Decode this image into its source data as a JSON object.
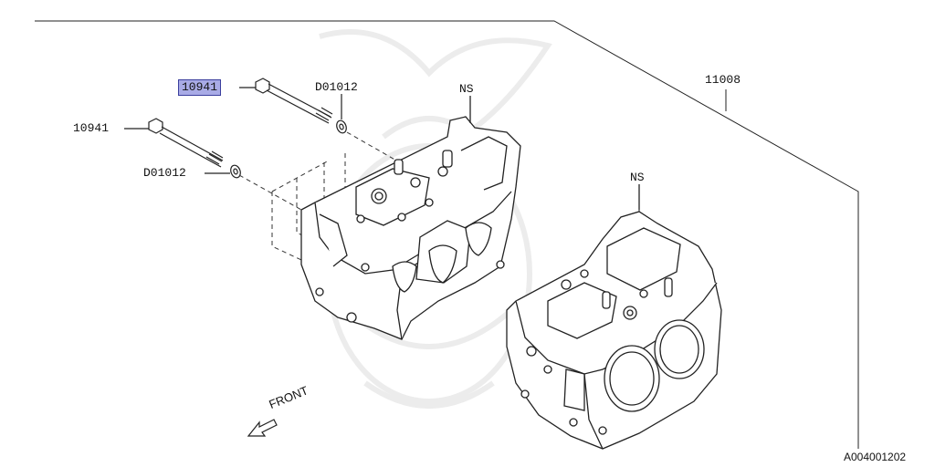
{
  "callouts": {
    "bolt_upper_highlighted": "10941",
    "bolt_lower": "10941",
    "washer_upper": "D01012",
    "washer_lower": "D01012",
    "ns_left": "NS",
    "ns_right": "NS",
    "assembly": "11008"
  },
  "direction_label": "FRONT",
  "document_id": "A004001202",
  "colors": {
    "highlight_fill": "#a9abe6",
    "highlight_border": "#3b3f9e",
    "line": "#222222",
    "watermark": "#eeeeee"
  }
}
